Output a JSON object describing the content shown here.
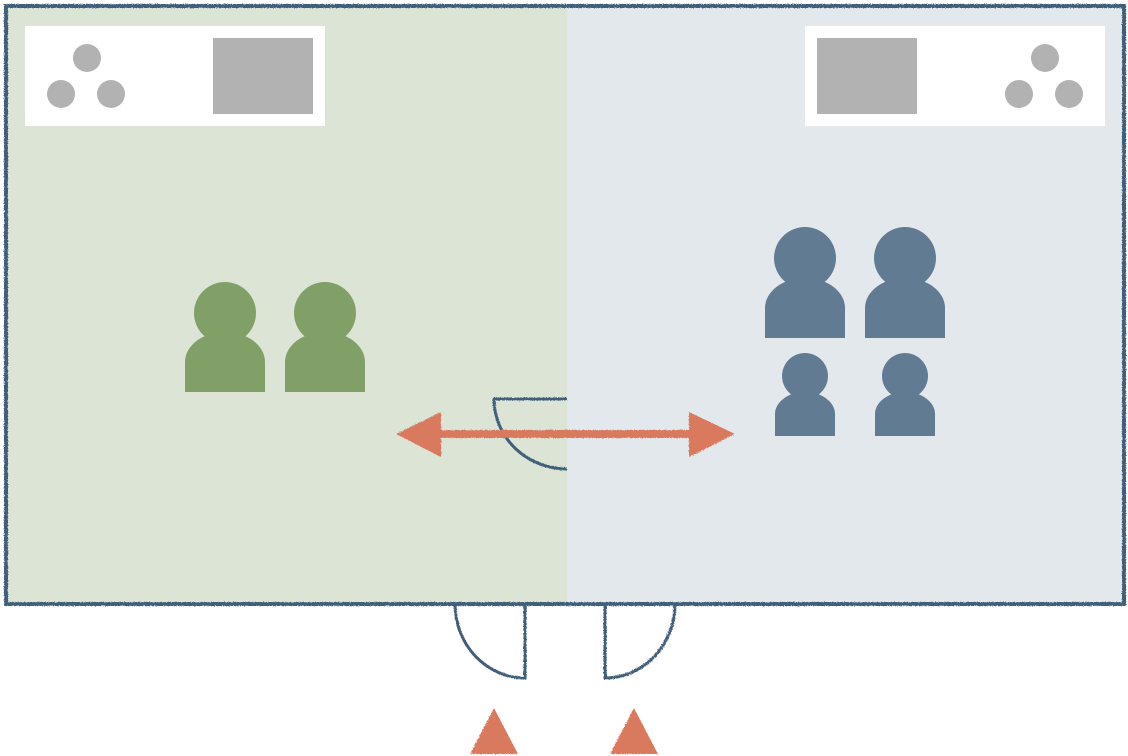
{
  "colors": {
    "wall": "#3f5f7a",
    "room_left_fill": "#dce5d5",
    "room_right_fill": "#e3e8ec",
    "person_green": "#81a067",
    "person_blue": "#617b93",
    "arrow": "#d97a5f",
    "furniture_gray": "#b2b2b2",
    "panel_white": "#ffffff"
  },
  "rooms": [
    {
      "name": "room-left",
      "occupants": 2,
      "occupant_icon": "person-icon"
    },
    {
      "name": "room-right",
      "occupants": 4,
      "occupant_icon": "person-icon"
    }
  ],
  "icons": {
    "occupant": "person-icon",
    "desk": "desk-icon",
    "seating": "seating-cluster-icon",
    "door": "door-swing-icon",
    "connection": "double-arrow-icon",
    "entrance": "entrance-arrow-icon"
  }
}
